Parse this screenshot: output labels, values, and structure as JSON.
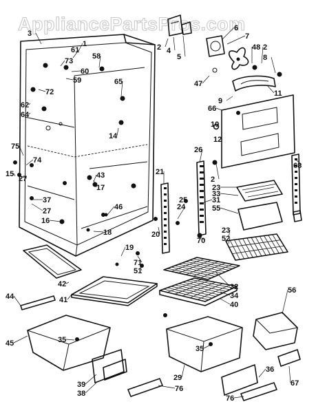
{
  "watermark": "AppliancePartsPros.com",
  "callouts": [
    {
      "text": "3"
    },
    {
      "text": "58"
    },
    {
      "text": "61"
    },
    {
      "text": "1"
    },
    {
      "text": "73"
    },
    {
      "text": "60"
    },
    {
      "text": "59"
    },
    {
      "text": "72"
    },
    {
      "text": "62"
    },
    {
      "text": "64"
    },
    {
      "text": "65"
    },
    {
      "text": "14"
    },
    {
      "text": "2"
    },
    {
      "text": "4"
    },
    {
      "text": "5"
    },
    {
      "text": "6"
    },
    {
      "text": "7"
    },
    {
      "text": "48"
    },
    {
      "text": "2"
    },
    {
      "text": "8"
    },
    {
      "text": "47"
    },
    {
      "text": "11"
    },
    {
      "text": "9"
    },
    {
      "text": "66"
    },
    {
      "text": "10"
    },
    {
      "text": "12"
    },
    {
      "text": "26"
    },
    {
      "text": "75"
    },
    {
      "text": "74"
    },
    {
      "text": "15"
    },
    {
      "text": "27"
    },
    {
      "text": "68"
    },
    {
      "text": "43"
    },
    {
      "text": "17"
    },
    {
      "text": "21"
    },
    {
      "text": "2"
    },
    {
      "text": "23"
    },
    {
      "text": "33"
    },
    {
      "text": "31"
    },
    {
      "text": "25"
    },
    {
      "text": "24"
    },
    {
      "text": "55"
    },
    {
      "text": "37"
    },
    {
      "text": "27"
    },
    {
      "text": "46"
    },
    {
      "text": "16"
    },
    {
      "text": "18"
    },
    {
      "text": "20"
    },
    {
      "text": "70"
    },
    {
      "text": "23"
    },
    {
      "text": "52"
    },
    {
      "text": "19"
    },
    {
      "text": "71"
    },
    {
      "text": "51"
    },
    {
      "text": "42"
    },
    {
      "text": "32"
    },
    {
      "text": "41"
    },
    {
      "text": "34"
    },
    {
      "text": "40"
    },
    {
      "text": "44"
    },
    {
      "text": "56"
    },
    {
      "text": "45"
    },
    {
      "text": "35"
    },
    {
      "text": "35"
    },
    {
      "text": "29"
    },
    {
      "text": "36"
    },
    {
      "text": "39"
    },
    {
      "text": "67"
    },
    {
      "text": "38"
    },
    {
      "text": "76"
    },
    {
      "text": "76"
    }
  ]
}
